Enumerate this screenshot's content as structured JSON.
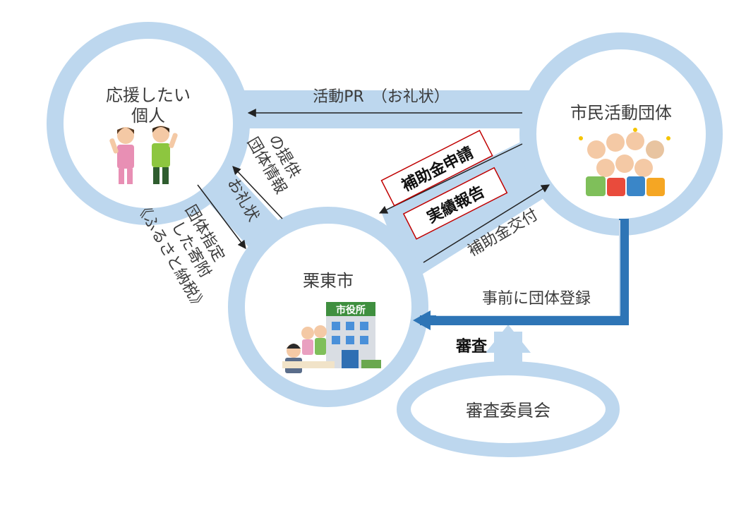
{
  "nodes": {
    "individual": {
      "line1": "応援したい",
      "line2": "個人"
    },
    "group": {
      "label": "市民活動団体"
    },
    "city": {
      "label": "栗東市",
      "building_sign": "市役所"
    },
    "committee": {
      "label": "審査委員会"
    }
  },
  "flows": {
    "activity_pr": "活動PR　（お礼状）",
    "group_info": {
      "line1": "団体情報",
      "line2": "の提供"
    },
    "thanks_letter": "お礼状",
    "designated_donation": {
      "line1": "団体指定",
      "line2": "した寄附",
      "line3": "《ふるさと納税》"
    },
    "subsidy_application": "補助金申請",
    "performance_report": "実績報告",
    "subsidy_grant": "補助金交付",
    "pre_registration": "事前に団体登録",
    "review": "審査"
  },
  "colors": {
    "ring": "#bdd7ee",
    "ring_dark": "#a9c8e6",
    "registration_arrow": "#2e75b6",
    "highlight_border": "#c00000",
    "text": "#3b3b3b"
  }
}
